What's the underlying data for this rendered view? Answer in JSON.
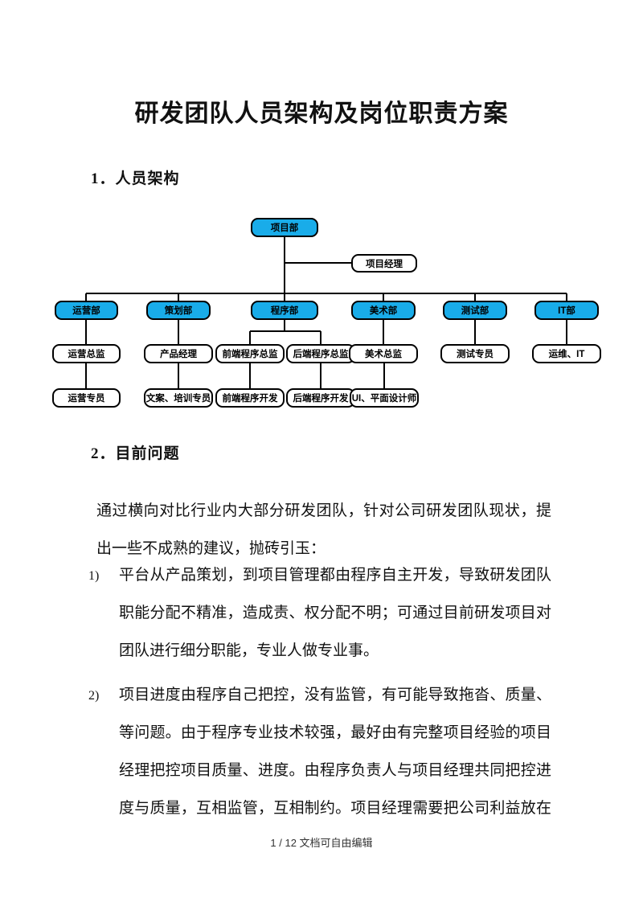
{
  "page": {
    "title": "研发团队人员架构及岗位职责方案",
    "footer": "1 / 12 文档可自由编辑"
  },
  "sections": {
    "one": "1．人员架构",
    "two": "2．目前问题"
  },
  "org_chart": {
    "root": {
      "label": "项目部"
    },
    "manager": {
      "label": "项目经理"
    },
    "departments": [
      {
        "label": "运营部"
      },
      {
        "label": "策划部"
      },
      {
        "label": "程序部"
      },
      {
        "label": "美术部"
      },
      {
        "label": "测试部"
      },
      {
        "label": "IT部"
      }
    ],
    "directors": [
      {
        "label": "运营总监"
      },
      {
        "label": "产品经理"
      },
      {
        "label": "前端程序总监"
      },
      {
        "label": "后端程序总监"
      },
      {
        "label": "美术总监"
      },
      {
        "label": "测试专员"
      },
      {
        "label": "运维、IT"
      }
    ],
    "staff": [
      {
        "label": "运营专员"
      },
      {
        "label": "文案、培训专员"
      },
      {
        "label": "前端程序开发"
      },
      {
        "label": "后端程序开发"
      },
      {
        "label": "UI、平面设计师"
      }
    ],
    "colors": {
      "department_fill": "#19ACE9",
      "box_border": "#000000",
      "line": "#000000"
    }
  },
  "content": {
    "intro_lines": [
      "通过横向对比行业内大部分研发团队，针对公司研发团队现状，提",
      "出一些不成熟的建议，抛砖引玉："
    ],
    "items": [
      {
        "num": "1)",
        "lines": [
          "平台从产品策划，到项目管理都由程序自主开发，导致研发团队",
          "职能分配不精准，造成责、权分配不明；可通过目前研发项目对",
          "团队进行细分职能，专业人做专业事。"
        ]
      },
      {
        "num": "2)",
        "lines": [
          "项目进度由程序自己把控，没有监管，有可能导致拖沓、质量、",
          "等问题。由于程序专业技术较强，最好由有完整项目经验的项目",
          "经理把控项目质量、进度。由程序负责人与项目经理共同把控进",
          "度与质量，互相监管，互相制约。项目经理需要把公司利益放在"
        ]
      }
    ]
  }
}
